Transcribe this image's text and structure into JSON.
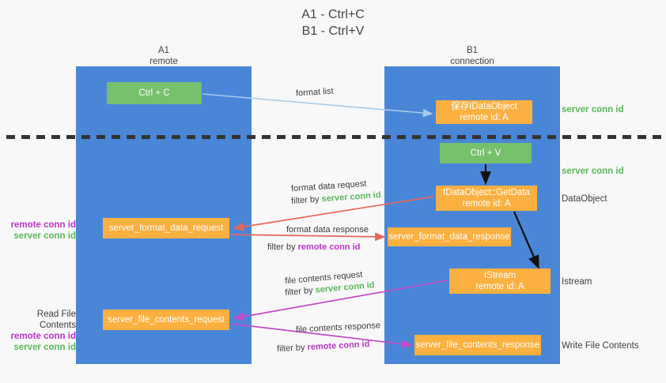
{
  "title": {
    "line1": "A1 - Ctrl+C",
    "line2": "B1 - Ctrl+V"
  },
  "columns": {
    "left": {
      "name": "A1",
      "subtitle": "remote"
    },
    "right": {
      "name": "B1",
      "subtitle": "connection"
    }
  },
  "boxes": {
    "ctrl_c": "Ctrl + C",
    "save_idataobject_line1": "保存IDataObject",
    "save_idataobject_line2": "remote id: A",
    "ctrl_v": "Ctrl + V",
    "getdata_line1": "IDataObject::GetData",
    "getdata_line2": "remote id: A",
    "format_data_request": "server_format_data_request",
    "format_data_response": "server_format_data_response",
    "istream_line1": "IStream",
    "istream_line2": "remote id: A",
    "file_contents_request": "server_file_contents_request",
    "file_contents_response": "server_file_contents_response"
  },
  "channel_labels": {
    "format_list": "format list",
    "format_data_request": "format data request",
    "filter_by": "filter by ",
    "server_conn_id": "server conn id",
    "remote_conn_id": "remote conn id",
    "format_data_response": "format data response",
    "file_contents_request": "file contents request",
    "file_contents_response": "file contents response"
  },
  "annotations": {
    "server_conn_id_top": "server conn id",
    "server_conn_id_mid": "server conn id",
    "dataobject": "DataObject",
    "istream": "Istream",
    "write_file_contents": "Write File Contents",
    "read_file_contents": "Read File Contents",
    "remote_conn_id": "remote conn id",
    "server_conn_id": "server conn id"
  },
  "colors": {
    "lane": "#4a86d8",
    "green_box": "#77c06c",
    "orange_box": "#fbb040",
    "arrow_light_blue": "#a8cce8",
    "arrow_red": "#e8665e",
    "arrow_magenta": "#c24bc8",
    "arrow_black": "#111111",
    "text_green": "#58b85a",
    "text_purple": "#b836c6",
    "background": "#f8f8f8"
  }
}
